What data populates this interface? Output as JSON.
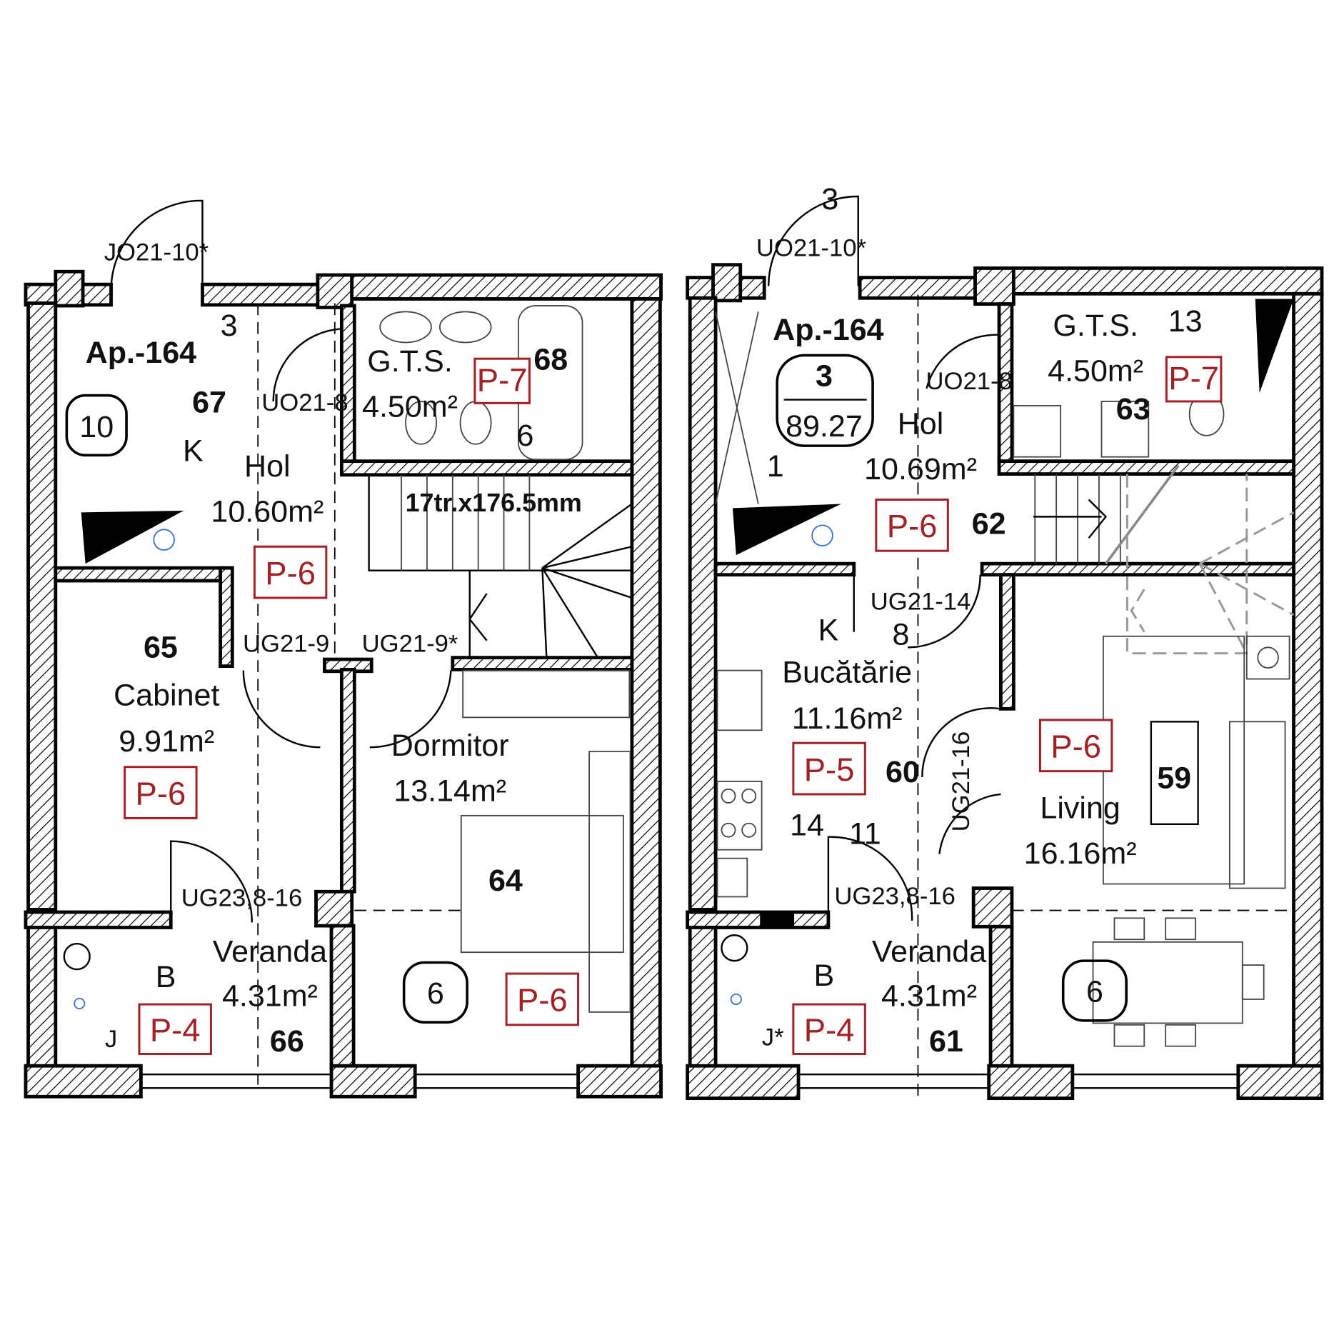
{
  "colors": {
    "tag_red": "#a32024",
    "wall": "#000000",
    "fixture_blue": "#3a6fd8"
  },
  "left_plan": {
    "entry_door": "JO21-10*",
    "entry_ref": "3",
    "apartment": "Ap.-164",
    "hol_id": "67",
    "badge": "10",
    "k_marker": "K",
    "hol_name": "Hol",
    "hol_area": "10.60m²",
    "hol_tag": "P-6",
    "bath_name": "G.T.S.",
    "bath_area": "4.50m²",
    "bath_tag": "P-7",
    "bath_id": "68",
    "bath_ref": "6",
    "bath_door": "UO21-8",
    "stairs": "17tr.x176.5mm",
    "cabinet_id": "65",
    "cabinet_name": "Cabinet",
    "cabinet_area": "9.91m²",
    "cabinet_tag": "P-6",
    "door_a": "UG21-9",
    "door_b": "UG21-9*",
    "bedroom_name": "Dormitor",
    "bedroom_area": "13.14m²",
    "bedroom_id": "64",
    "bedroom_tag": "P-6",
    "veranda_door": "UG23,8-16",
    "veranda_name": "Veranda",
    "veranda_area": "4.31m²",
    "veranda_id": "66",
    "veranda_tag": "P-4",
    "veranda_badge": "6",
    "b_marker": "B",
    "j_marker": "J"
  },
  "right_plan": {
    "entry_ref": "3",
    "entry_door": "UO21-10*",
    "apartment": "Ap.-164",
    "badge_top": "3",
    "badge_bottom": "89.27",
    "hol_name": "Hol",
    "hol_area": "10.69m²",
    "hol_tag": "P-6",
    "hol_id": "62",
    "bath_door": "UO21-8",
    "bath_name": "G.T.S.",
    "bath_area": "4.50m²",
    "bath_ref": "13",
    "bath_tag": "P-7",
    "bath_id": "63",
    "ref_1": "1",
    "kitchen_door": "UG21-14",
    "k_marker": "K",
    "ref_8": "8",
    "kitchen_name": "Bucătărie",
    "kitchen_area": "11.16m²",
    "kitchen_tag": "P-5",
    "kitchen_id": "60",
    "living_door": "UG21-16",
    "living_tag": "P-6",
    "living_id": "59",
    "living_name": "Living",
    "living_area": "16.16m²",
    "ref_14": "14",
    "ref_11": "11",
    "veranda_door": "UG23,8-16",
    "veranda_name": "Veranda",
    "veranda_area": "4.31m²",
    "veranda_id": "61",
    "veranda_badge": "6",
    "b_marker": "B",
    "j_marker": "J*",
    "veranda_tag": "P-4"
  }
}
